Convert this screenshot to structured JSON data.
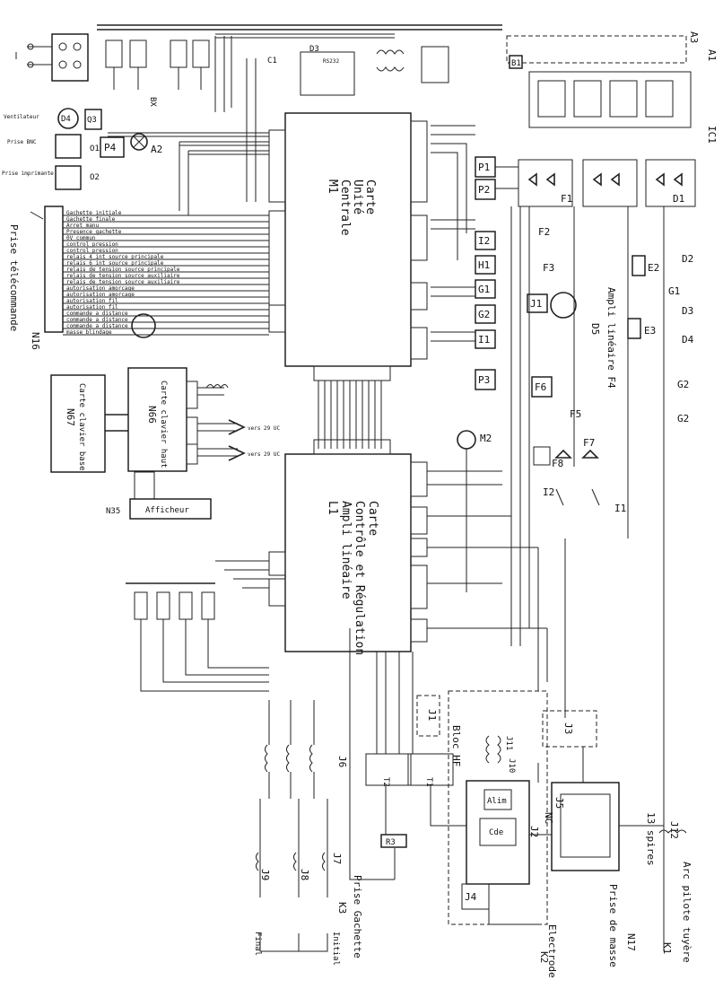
{
  "boards": {
    "central": {
      "lines": [
        "Carte",
        "Unité",
        "Centrale",
        "M1"
      ]
    },
    "control": {
      "lines": [
        "Carte",
        "Contrôle et Régulation",
        "Ampli linéaire",
        "L1"
      ]
    },
    "keyboard_base": {
      "lines": [
        "Carte clavier base",
        "N67"
      ]
    },
    "keyboard_top": {
      "lines": [
        "Carte clavier haut",
        "N66"
      ]
    },
    "display": {
      "label": "Afficheur",
      "ref": "N35"
    }
  },
  "left_components": {
    "fan": "Ventilateur",
    "d4": "D4",
    "q3": "Q3",
    "prise_bnc": "Prise BNC",
    "o1": "O1",
    "prise_imprimante": "Prise imprimante",
    "o2": "O2",
    "p4": "P4",
    "a2": "A2",
    "bx": "BX",
    "c1": "C1",
    "d3": "D3",
    "rs232": "RS232"
  },
  "telecommand": {
    "title": "Prise télécommande",
    "ref": "N16",
    "signals": [
      "Gachette initiale",
      "Gachette finale",
      "Arret manu",
      "Presence gachette",
      "0V commun",
      "control pression",
      "control pression",
      "relais 4 int source principale",
      "relais 6 int source principale",
      "relais de tension source principale",
      "relais de tension source auxiliaire",
      "relais de tension source auxiliaire",
      "autorisation amorcage",
      "autorisation amorcage",
      "autorisation fil",
      "autorisation fil",
      "commande a distance",
      "commande a distance",
      "commande a distance",
      "masse blindage"
    ]
  },
  "right_components": {
    "a3": "A3",
    "a1": "A1",
    "b1": "B1",
    "ic1": "IC1",
    "p1": "P1",
    "p2": "P2",
    "i2": "I2",
    "h1": "H1",
    "g1": "G1",
    "g2": "G2",
    "i1": "I1",
    "f1": "F1",
    "f2": "F2",
    "f3": "F3",
    "j1": "J1",
    "d5": "D5",
    "ampli": "Ampli linéaire F4",
    "f5": "F5",
    "f6": "F6",
    "f7": "F7",
    "f8": "F8",
    "e2": "E2",
    "e3": "E3",
    "d1": "D1",
    "d2": "D2",
    "d3b": "D3",
    "d4b": "D4",
    "g1b": "G1",
    "g2b": "G2",
    "g2c": "G2",
    "p3": "P3",
    "m2": "M2",
    "i1b": "I1",
    "i2b": "I2",
    "vers29a": "vers 29 UC",
    "vers29b": "vers 29 UC"
  },
  "bottom": {
    "bloc_hf": "Bloc HF",
    "j1": "J1",
    "j2": "J2",
    "j3": "J3",
    "j4": "J4",
    "j5": "J5",
    "j6": "J6",
    "j7": "J7",
    "j8": "J8",
    "j9": "J9",
    "j10": "J10",
    "j11": "J11",
    "j12": "J12",
    "t1": "T1",
    "t2": "T2",
    "r3": "R3",
    "k1": "K1",
    "k2": "K2",
    "k3": "K3",
    "n17": "N17",
    "nc": "NC",
    "prise_gachette": "Prise Gachette",
    "initial": "Initial",
    "final": "Final",
    "electrode": "Electrode",
    "prise_masse": "Prise de masse",
    "arc_pilote": "Arc pilote tuyère",
    "spires": "13 spires",
    "cde": "Cde",
    "alim": "Alim"
  }
}
